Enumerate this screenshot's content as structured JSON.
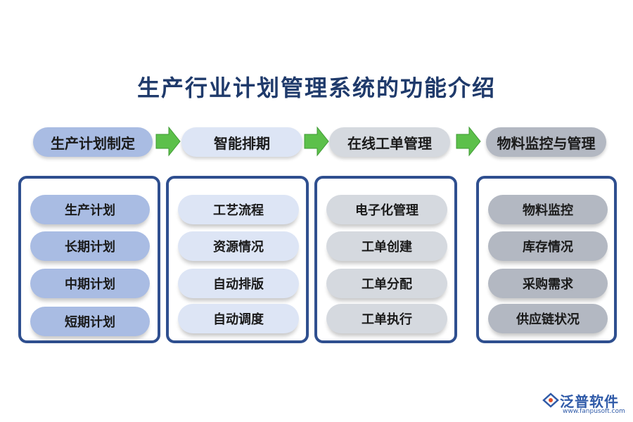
{
  "title": "生产行业计划管理系统的功能介绍",
  "columns": [
    {
      "header": "生产计划制定",
      "items": [
        "生产计划",
        "长期计划",
        "中期计划",
        "短期计划"
      ]
    },
    {
      "header": "智能排期",
      "items": [
        "工艺流程",
        "资源情况",
        "自动排版",
        "自动调度"
      ]
    },
    {
      "header": "在线工单管理",
      "items": [
        "电子化管理",
        "工单创建",
        "工单分配",
        "工单执行"
      ]
    },
    {
      "header": "物料监控与管理",
      "items": [
        "物料监控",
        "库存情况",
        "采购需求",
        "供应链状况"
      ]
    }
  ],
  "logo": {
    "name": "泛普软件",
    "url": "www.fanpusoft.com"
  },
  "colors": {
    "title": "#1f3a6b",
    "panel_border": "#2f4f8f",
    "arrow": "#5cc04a",
    "column_1": "#a9bce3",
    "column_2": "#dde5f5",
    "column_3": "#d5d9df",
    "column_4": "#b3b8c2"
  }
}
